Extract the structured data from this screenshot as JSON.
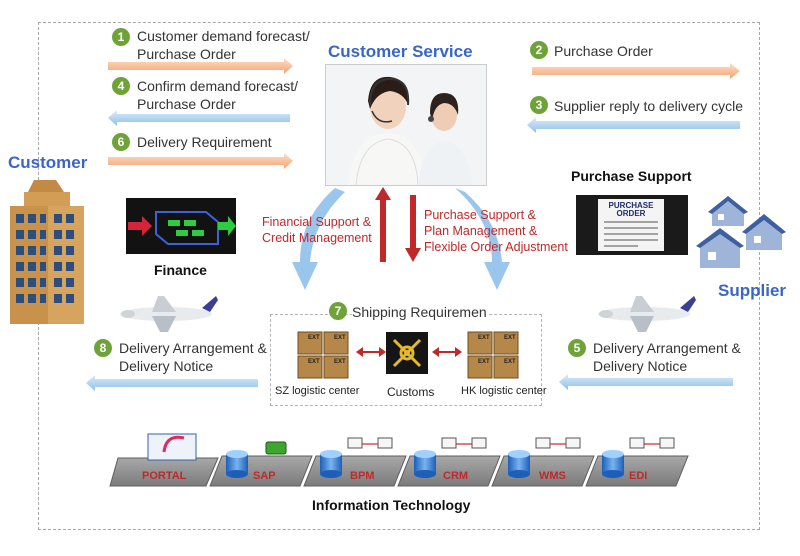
{
  "center": {
    "title": "Customer Service"
  },
  "left_title": "Customer",
  "right_title": "Supplier",
  "purchase_support": "Purchase Support",
  "finance": "Finance",
  "steps": {
    "s1": {
      "num": "1",
      "line1": "Customer demand forecast/",
      "line2": "Purchase Order"
    },
    "s2": {
      "num": "2",
      "text": "Purchase Order"
    },
    "s3": {
      "num": "3",
      "text": "Supplier reply to delivery cycle"
    },
    "s4": {
      "num": "4",
      "line1": "Confirm demand forecast/",
      "line2": "Purchase Order"
    },
    "s5": {
      "num": "5",
      "line1": "Delivery Arrangement &",
      "line2": "Delivery Notice"
    },
    "s6": {
      "num": "6",
      "text": "Delivery Requirement"
    },
    "s7": {
      "num": "7",
      "text": "Shipping Requiremen"
    },
    "s8": {
      "num": "8",
      "line1": "Delivery Arrangement &",
      "line2": "Delivery Notice"
    }
  },
  "financial_support": {
    "line1": "Financial Support &",
    "line2": "Credit Management"
  },
  "purchase_plan": {
    "line1": "Purchase Support &",
    "line2": "Plan Management &",
    "line3": "Flexible Order Adjustment"
  },
  "logistics": {
    "sz": "SZ logistic center",
    "customs": "Customs",
    "hk": "HK logistic center",
    "box_label": "EXT"
  },
  "po_document": {
    "line1": "PURCHASE",
    "line2": "ORDER"
  },
  "it": {
    "title": "Information Technology",
    "systems": [
      "PORTAL",
      "SAP",
      "BPM",
      "CRM",
      "WMS",
      "EDI"
    ]
  },
  "colors": {
    "orange_arrow": "#f5b38a",
    "blue_arrow": "#a9d0f0",
    "accent_blue": "#3a66c9",
    "red": "#c0282a",
    "green_badge": "#6fa33a"
  }
}
